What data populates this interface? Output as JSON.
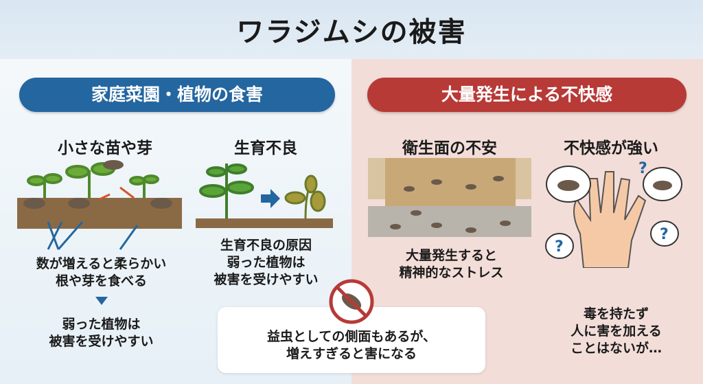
{
  "title": "ワラジムシの被害",
  "left": {
    "heading": "家庭菜園・植物の食害",
    "col1": {
      "title": "小さな苗や芽",
      "text": [
        "数が増えると柔らかい",
        "根や芽を食べる"
      ],
      "result": [
        "弱った植物は",
        "被害を受けやすい"
      ]
    },
    "col2": {
      "title": "生育不良",
      "text": [
        "生育不良の原因",
        "弱った植物は",
        "被害を受けやすい"
      ]
    }
  },
  "right": {
    "heading": "大量発生による不快感",
    "col1": {
      "title": "衛生面の不安",
      "text": [
        "大量発生すると",
        "精神的なストレス"
      ]
    },
    "col2": {
      "title": "不快感が強い",
      "text": [
        "毒を持たず",
        "人に害を加える",
        "ことはないが…"
      ]
    }
  },
  "note": [
    "益虫としての側面もあるが、",
    "増えすぎると害になる"
  ],
  "colors": {
    "blue": "#2466a0",
    "red": "#b73a37",
    "soil": "#8a6a45"
  }
}
